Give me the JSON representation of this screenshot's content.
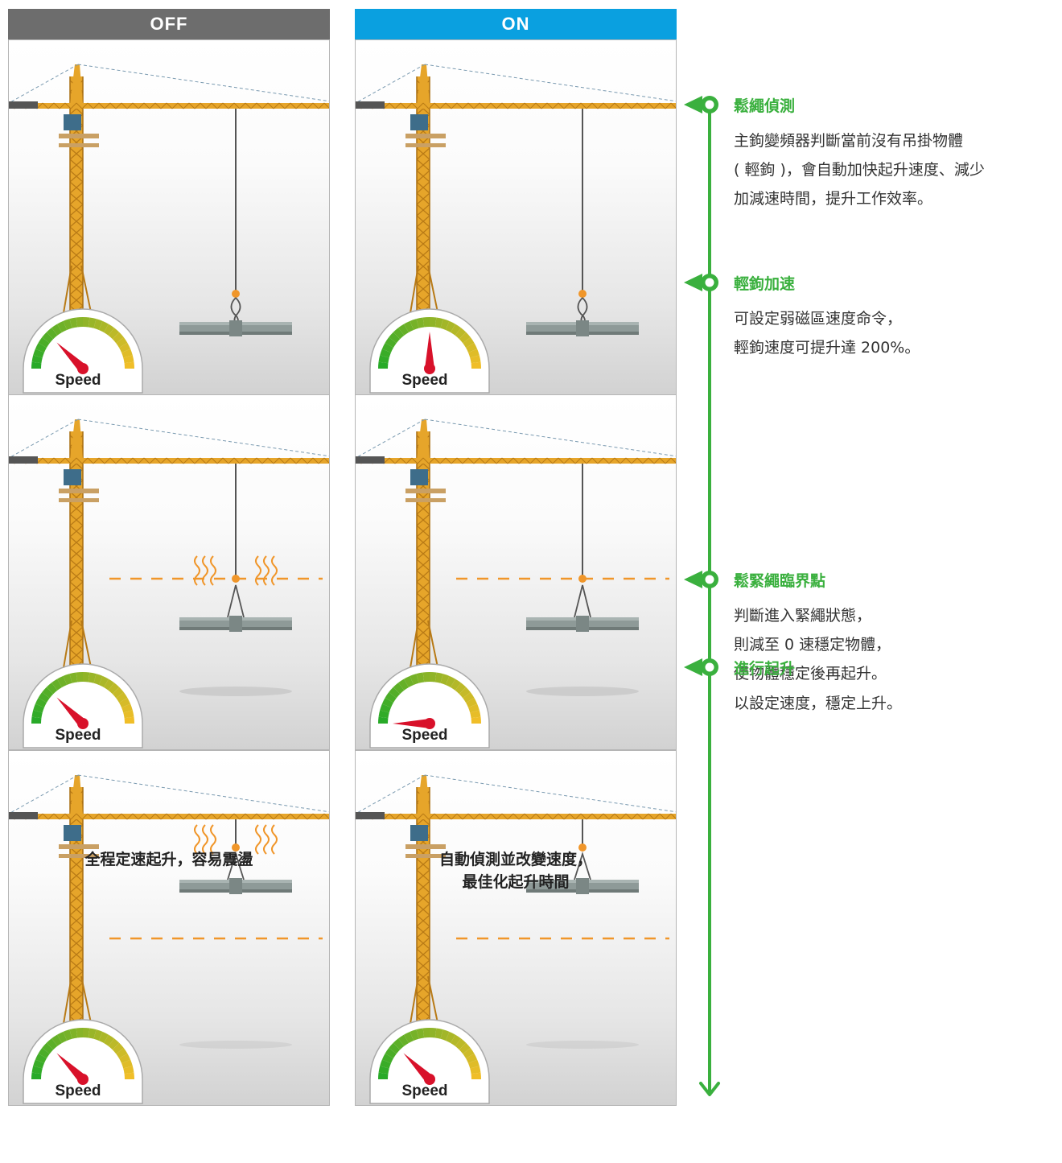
{
  "columns": {
    "off": {
      "header": "OFF",
      "caption": "全程定速起升，容易震盪"
    },
    "on": {
      "header": "ON",
      "caption_line1": "自動偵測並改變速度，",
      "caption_line2": "最佳化起升時間"
    }
  },
  "gauge_label": "Speed",
  "colors": {
    "off_header": "#6d6d6d",
    "on_header": "#0aa0e0",
    "timeline": "#3ab03e",
    "crane": "#e6a52a",
    "needle": "#d8112a",
    "dashed_line": "#f0962a"
  },
  "steps": [
    {
      "title": "鬆繩偵測",
      "description": "主鉤變頻器判斷當前沒有吊掛物體\n( 輕鉤 )，會自動加快起升速度、減少\n加減速時間，提升工作效率。"
    },
    {
      "title": "輕鉤加速",
      "description": "可設定弱磁區速度命令，\n輕鉤速度可提升達 200%。"
    },
    {
      "title": "鬆緊繩臨界點",
      "description": "判斷進入緊繩狀態，\n則減至 0 速穩定物體，\n使物體穩定後再起升。"
    },
    {
      "title": "進行起升",
      "description": "以設定速度，穩定上升。"
    }
  ],
  "gauge_readings": {
    "off": [
      0.25,
      0.25,
      0.25
    ],
    "on": [
      0.5,
      0.0,
      0.25
    ]
  }
}
